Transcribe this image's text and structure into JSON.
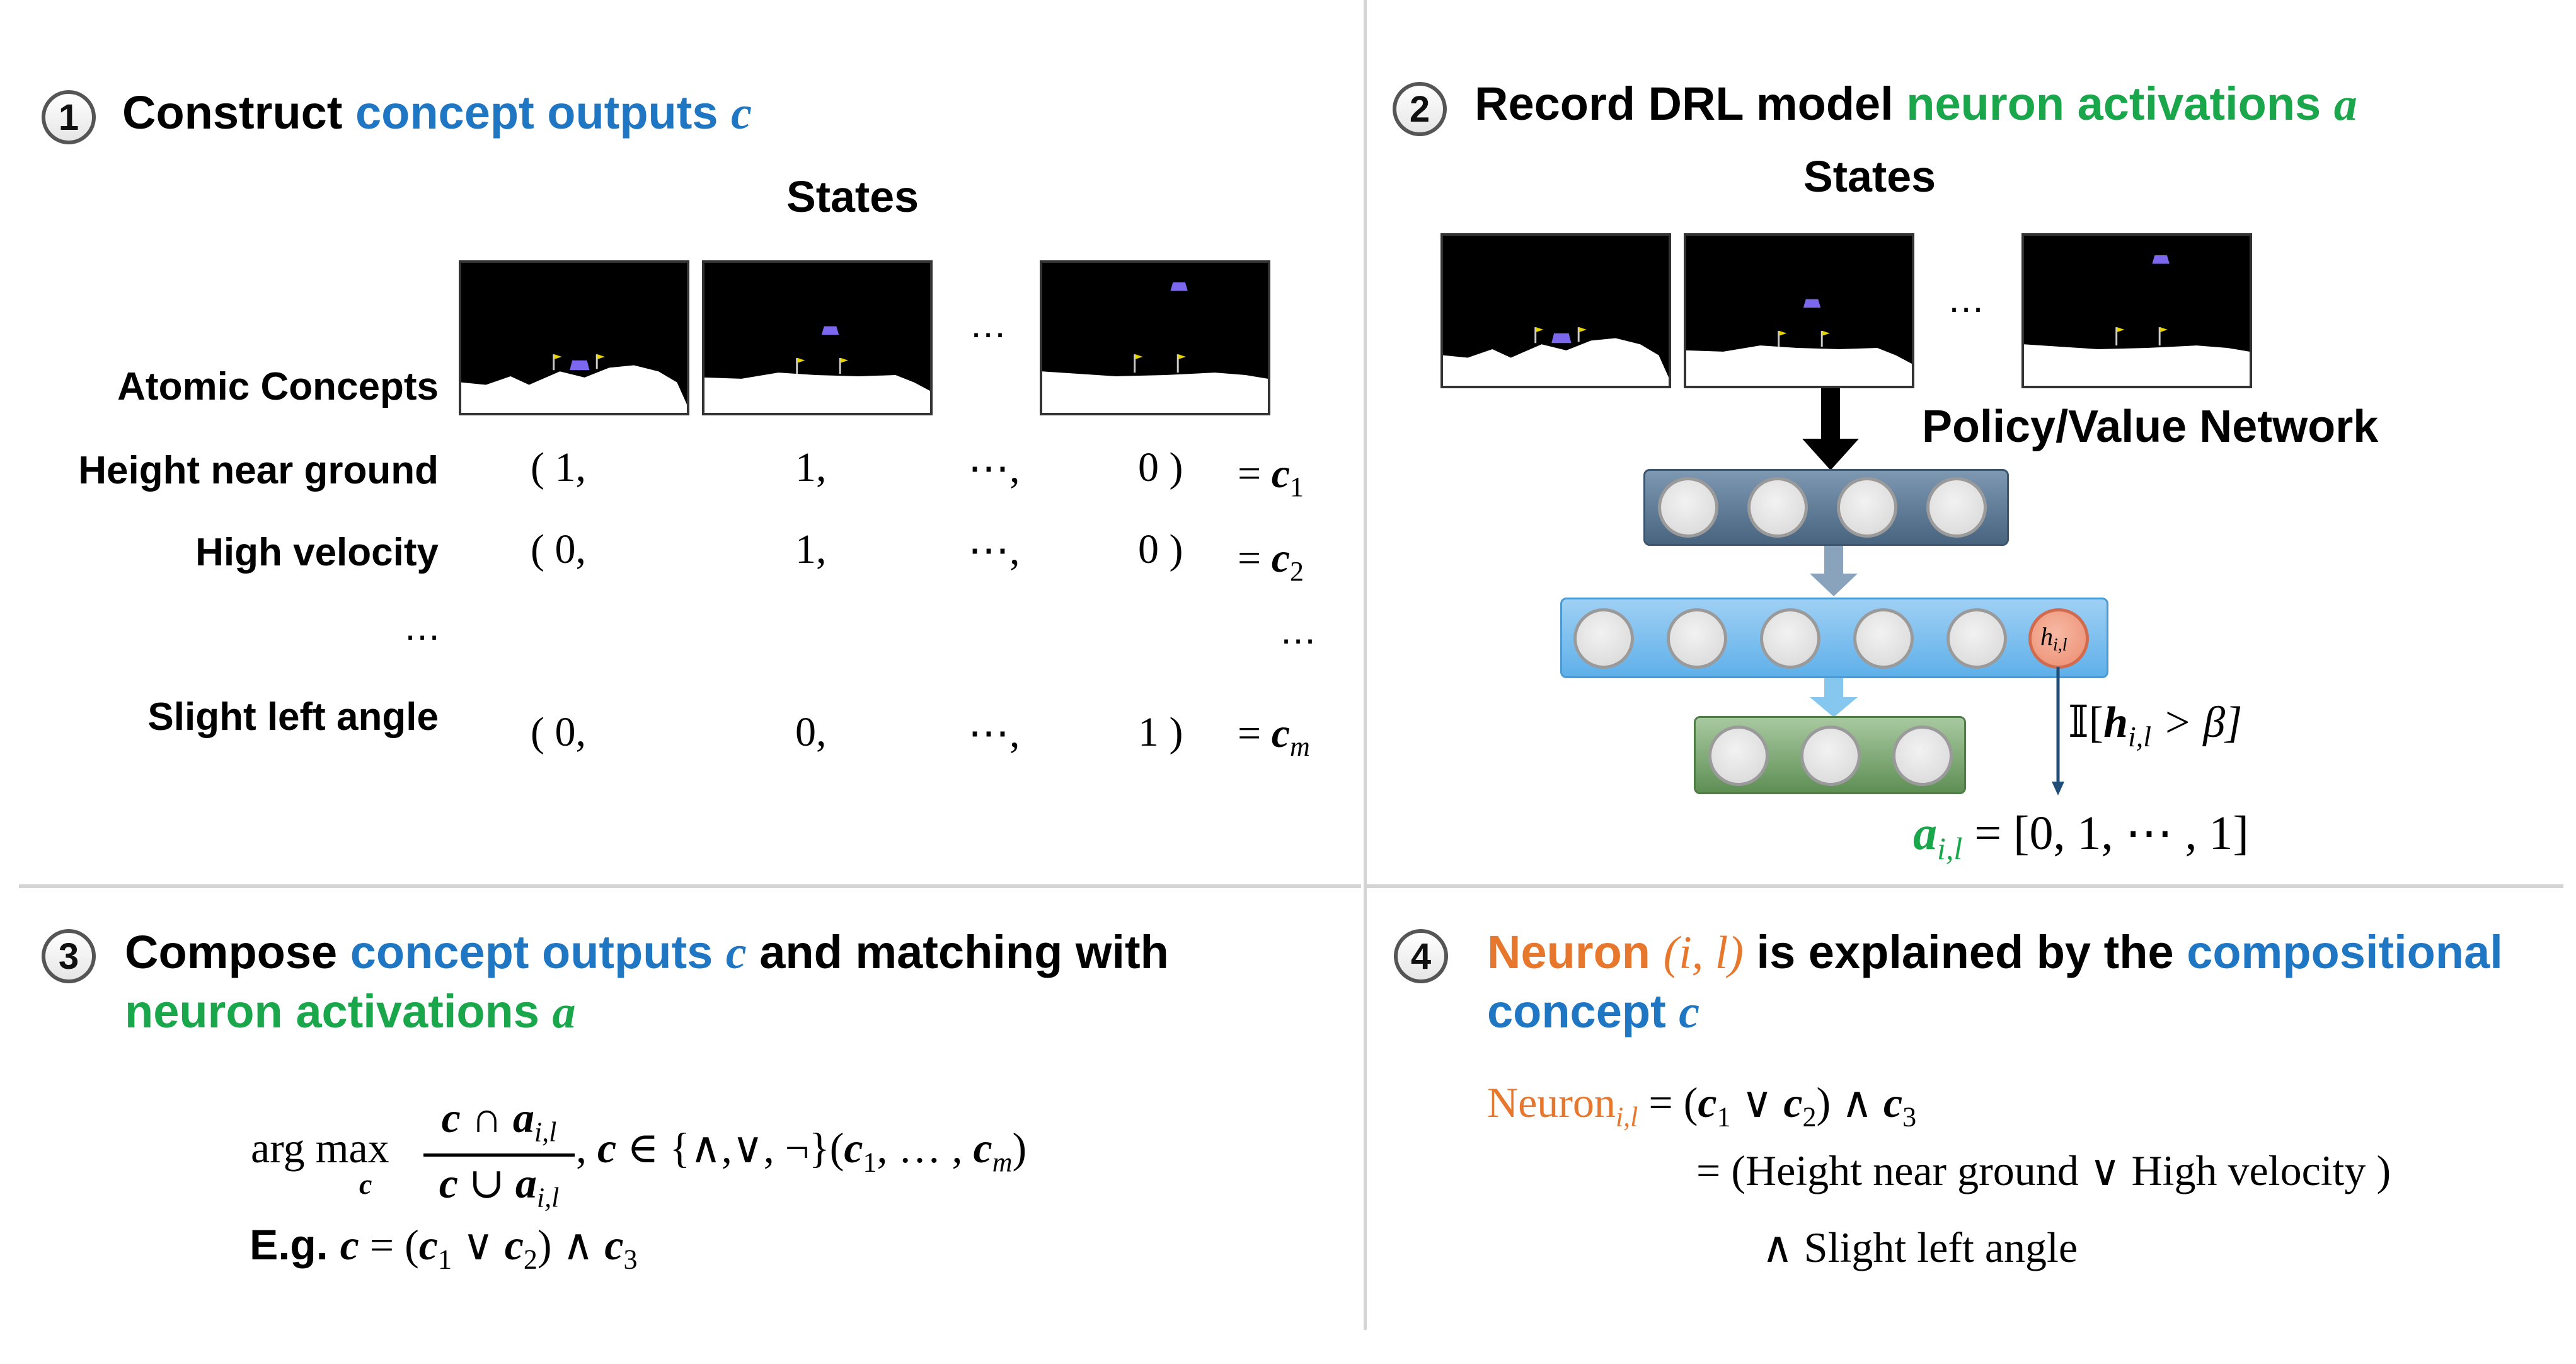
{
  "panel1": {
    "number": "1",
    "title_prefix": "Construct ",
    "title_highlight": "concept outputs ",
    "title_var": "c",
    "states_label": "States",
    "atomic_concepts_label": "Atomic Concepts",
    "ellipsis_states": "…",
    "concepts": [
      {
        "name": "Height near ground",
        "v1": "( 1,",
        "v2": "1,",
        "v3": "⋯,",
        "v4": "0 )",
        "eq": "= ",
        "cvar": "c",
        "sub": "1"
      },
      {
        "name": "High velocity",
        "v1": "( 0,",
        "v2": "1,",
        "v3": "⋯,",
        "v4": "0 )",
        "eq": "= ",
        "cvar": "c",
        "sub": "2"
      },
      {
        "name": "Slight left angle",
        "v1": "( 0,",
        "v2": "0,",
        "v3": "⋯,",
        "v4": "1 )",
        "eq": "= ",
        "cvar": "c",
        "sub": "m"
      }
    ],
    "ellipsis_left": "…",
    "ellipsis_right": "…"
  },
  "panel2": {
    "number": "2",
    "title_prefix": "Record DRL model ",
    "title_highlight": "neuron activations ",
    "title_var": "a",
    "states_label": "States",
    "ellipsis_states": "…",
    "network_label": "Policy/Value Network",
    "neuron_label": "h",
    "neuron_sub": "i,l",
    "indicator": "𝕀[",
    "indicator_var": "h",
    "indicator_sub": "i,l",
    "indicator_rest": " > β]",
    "activation_var": "a",
    "activation_sub": "i,l",
    "activation_rest": " = [0, 1, ⋯ , 1]"
  },
  "panel3": {
    "number": "3",
    "title_prefix": "Compose ",
    "title_highlight": "concept outputs ",
    "title_var": "c",
    "title_mid": " and matching with",
    "title_line2": "neuron activations ",
    "title_line2_var": "a",
    "argmax": "arg max",
    "argmax_sub": "c",
    "frac_num_c": "c",
    "frac_num_op": " ∩ ",
    "frac_num_a": "a",
    "frac_num_sub": "i,l",
    "frac_den_c": "c",
    "frac_den_op": " ∪ ",
    "frac_den_a": "a",
    "frac_den_sub": "i,l",
    "set_comma": ", ",
    "set_c": "c",
    "set_rest_a": " ∈ {∧,∨, ¬}(",
    "set_c1": "c",
    "set_c1_sub": "1",
    "set_mid": ", … , ",
    "set_cm": "c",
    "set_cm_sub": "m",
    "set_close": ")",
    "example_label": "E.g. ",
    "example_c": "c",
    "example_eq": " = (",
    "example_c1": "c",
    "example_c1_sub": "1",
    "example_or": " ∨ ",
    "example_c2": "c",
    "example_c2_sub": "2",
    "example_and": ") ∧ ",
    "example_c3": "c",
    "example_c3_sub": "3"
  },
  "panel4": {
    "number": "4",
    "title_word": "Neuron ",
    "title_il": "(i, l)",
    "title_mid": " is explained by the ",
    "title_highlight": "compositional",
    "title_line2": "concept ",
    "title_line2_var": "c",
    "neuron_word": "Neuron",
    "neuron_sub": "i,l",
    "line1_rest": " = (",
    "l1_c1": "c",
    "l1_c1_sub": "1",
    "l1_or": " ∨ ",
    "l1_c2": "c",
    "l1_c2_sub": "2",
    "l1_and": ") ∧ ",
    "l1_c3": "c",
    "l1_c3_sub": "3",
    "line2": "= (Height near ground  ∨ High velocity )",
    "line3": "∧ Slight left angle"
  }
}
